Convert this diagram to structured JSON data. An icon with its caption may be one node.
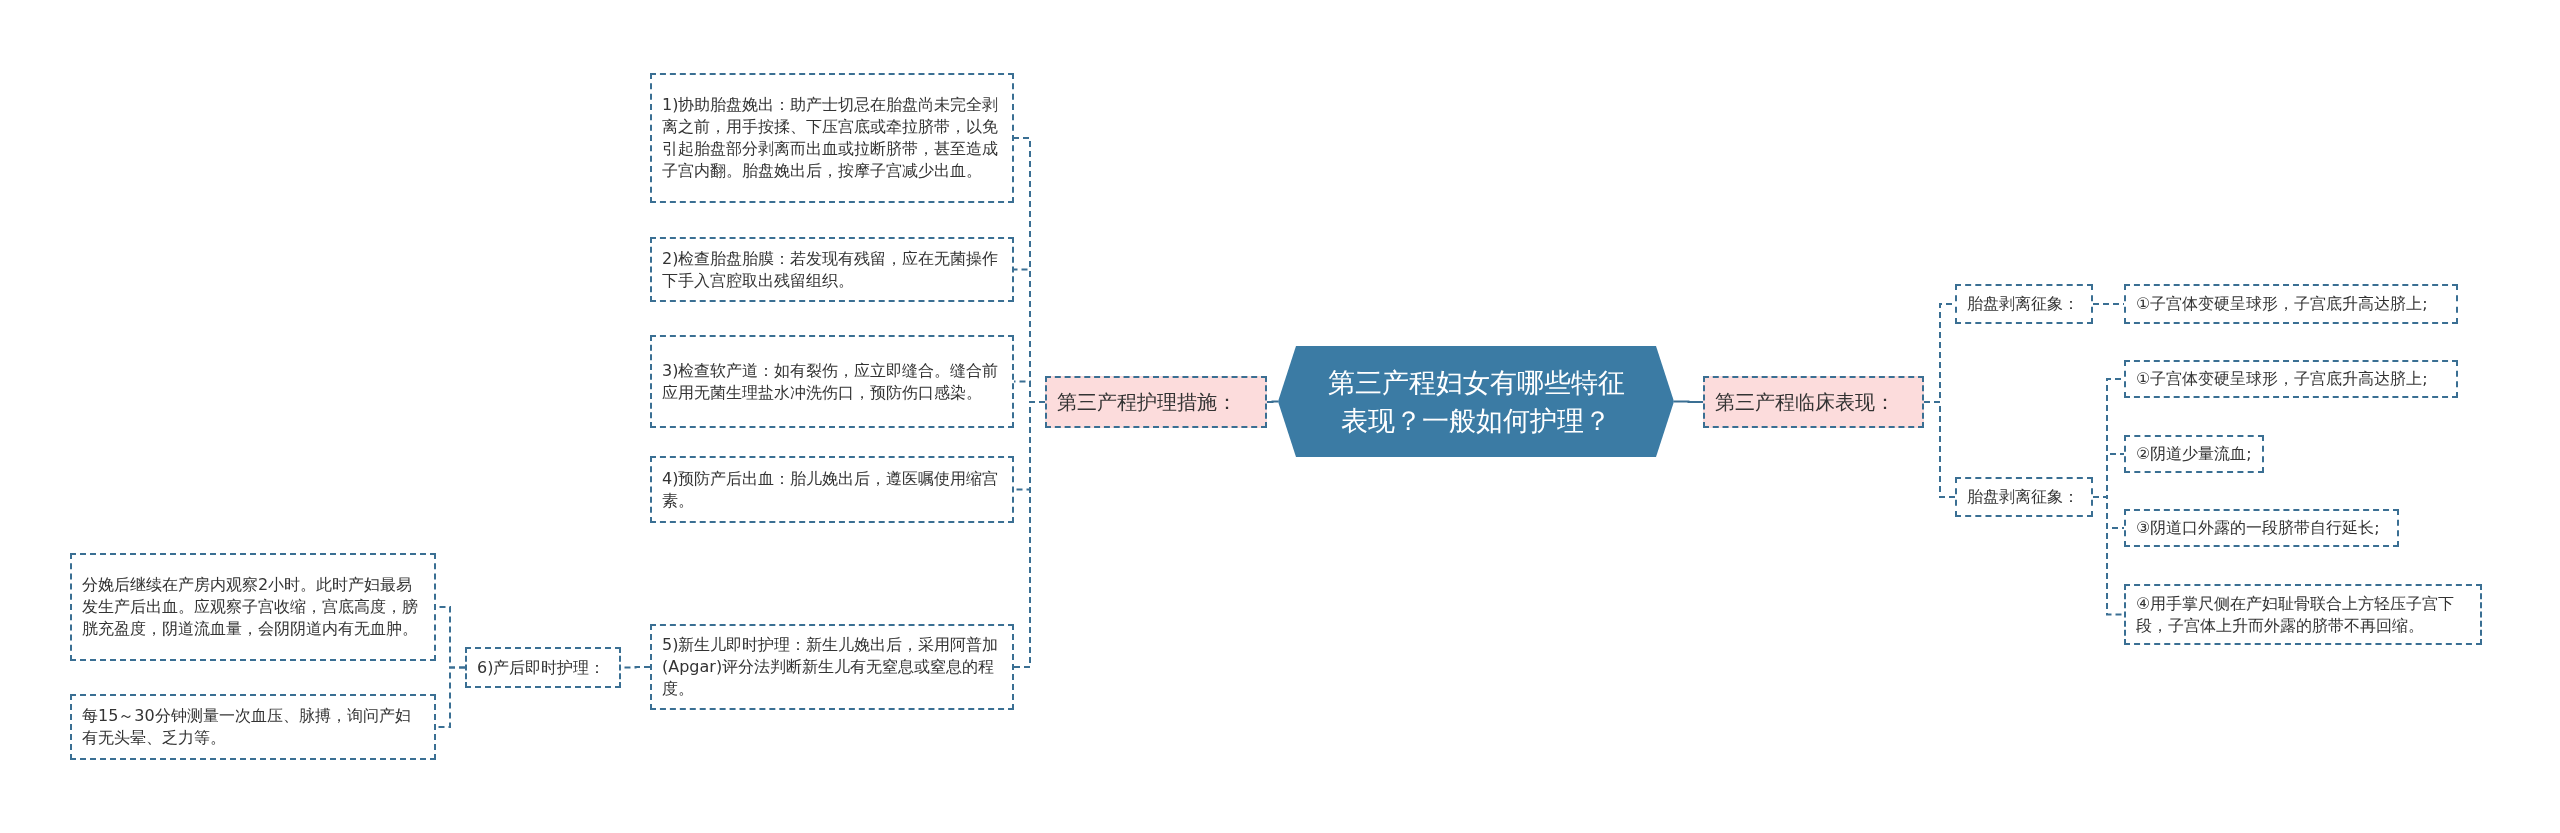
{
  "diagram": {
    "nodes": [
      {
        "text": [
          "第三产程妇女有哪些特征表现？一般如何护理？"
        ]
      },
      {
        "text": [
          "第三产程护理措施："
        ]
      },
      {
        "text": [
          "1)协助胎盘娩出：助产士切忌在胎盘尚未完全剥离之前，用手按揉、下压宫底或牵拉脐带，以免引起胎盘部分剥离而出血或拉断脐带，甚至造成子宫内翻。胎盘娩出后，按摩子宫减少出血。"
        ]
      },
      {
        "text": [
          "2)检查胎盘胎膜：若发现有残留，应在无菌操作下手入宫腔取出残留组织。"
        ]
      },
      {
        "text": [
          "3)检查软产道：如有裂伤，应立即缝合。缝合前应用无菌生理盐水冲洗伤口，预防伤口感染。"
        ]
      },
      {
        "text": [
          "4)预防产后出血：胎儿娩出后，遵医嘱使用缩宫素。"
        ]
      },
      {
        "text": [
          "5)新生儿即时护理：新生儿娩出后，采用阿普加(Apgar)评分法判断新生儿有无窒息或窒息的程度。"
        ]
      },
      {
        "text": [
          "6)产后即时护理："
        ]
      },
      {
        "text": [
          "分娩后继续在产房内观察2小时。此时产妇最易发生产后出血。应观察子宫收缩，宫底高度，膀胱充盈度，阴道流血量，会阴阴道内有无血肿。"
        ]
      },
      {
        "text": [
          "每15～30分钟测量一次血压、脉搏，询问产妇有无头晕、乏力等。"
        ]
      },
      {
        "text": [
          "第三产程临床表现："
        ]
      },
      {
        "text": [
          "胎盘剥离征象："
        ]
      },
      {
        "text": [
          "①子宫体变硬呈球形，子宫底升高达脐上;"
        ]
      },
      {
        "text": [
          "胎盘剥离征象："
        ]
      },
      {
        "text": [
          "①子宫体变硬呈球形，子宫底升高达脐上;"
        ]
      },
      {
        "text": [
          "②阴道少量流血;"
        ]
      },
      {
        "text": [
          "③阴道口外露的一段脐带自行延长;"
        ]
      },
      {
        "text": [
          "④用手掌尺侧在产妇耻骨联合上方轻压子宫下段，子宫体上升而外露的脐带不再回缩。"
        ]
      }
    ],
    "edges": [
      {
        "from": 0,
        "to": 1,
        "arrow": "none"
      },
      {
        "from": 1,
        "to": 2,
        "arrow": "none",
        "style": "dashed"
      },
      {
        "from": 1,
        "to": 3,
        "arrow": "none",
        "style": "dashed"
      },
      {
        "from": 1,
        "to": 4,
        "arrow": "none",
        "style": "dashed"
      },
      {
        "from": 1,
        "to": 5,
        "arrow": "none",
        "style": "dashed"
      },
      {
        "from": 1,
        "to": 6,
        "arrow": "none",
        "style": "dashed"
      },
      {
        "from": 6,
        "to": 7,
        "arrow": "none",
        "style": "dashed"
      },
      {
        "from": 7,
        "to": 8,
        "arrow": "none",
        "style": "dashed"
      },
      {
        "from": 7,
        "to": 9,
        "arrow": "none",
        "style": "dashed"
      },
      {
        "from": 0,
        "to": 10,
        "arrow": "none"
      },
      {
        "from": 10,
        "to": 11,
        "arrow": "none",
        "style": "dashed"
      },
      {
        "from": 11,
        "to": 12,
        "arrow": "none",
        "style": "dashed"
      },
      {
        "from": 10,
        "to": 13,
        "arrow": "none",
        "style": "dashed"
      },
      {
        "from": 13,
        "to": 14,
        "arrow": "none",
        "style": "dashed"
      },
      {
        "from": 13,
        "to": 15,
        "arrow": "none",
        "style": "dashed"
      },
      {
        "from": 13,
        "to": 16,
        "arrow": "none",
        "style": "dashed"
      },
      {
        "from": 13,
        "to": 17,
        "arrow": "none",
        "style": "dashed"
      }
    ]
  }
}
